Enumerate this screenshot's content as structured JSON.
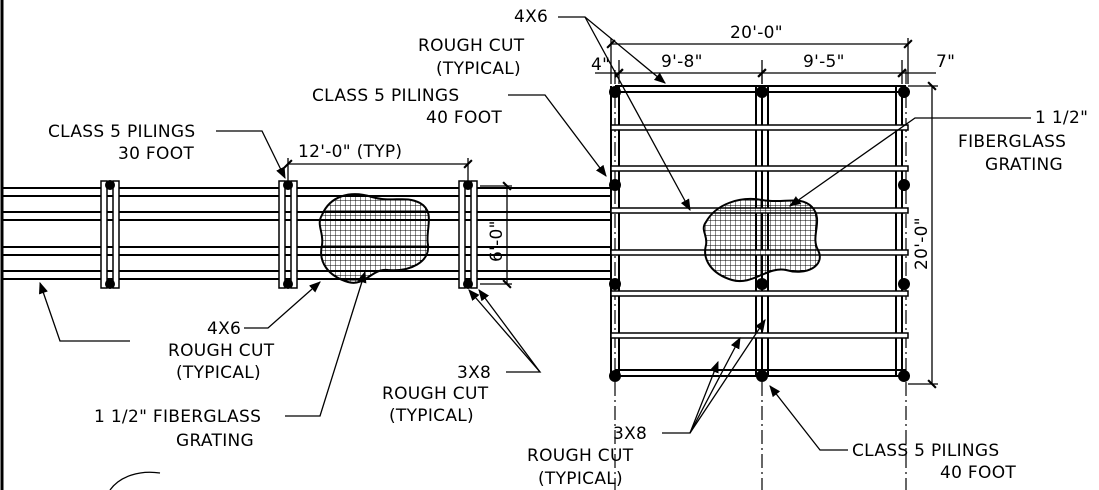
{
  "labels": {
    "class5_30": [
      "CLASS 5 PILINGS",
      "30 FOOT"
    ],
    "span_12": "12'-0\" (TYP)",
    "width_6": "6'-0\"",
    "rough_4x6_left": [
      "4X6",
      "ROUGH CUT",
      "(TYPICAL)"
    ],
    "grating_left": [
      "1 1/2\" FIBERGLASS",
      "GRATING"
    ],
    "rough_3x8_mid": [
      "3X8",
      "ROUGH CUT",
      "(TYPICAL)"
    ],
    "rough_4x6_top": [
      "4X6",
      "ROUGH CUT",
      "(TYPICAL)"
    ],
    "class5_40_top": [
      "CLASS 5 PILINGS",
      "40 FOOT"
    ],
    "dim_20_top": "20'-0\"",
    "dim_9_8": "9'-8\"",
    "dim_9_5": "9'-5\"",
    "dim_4": "4\"",
    "dim_7": "7\"",
    "grating_right": [
      "1 1/2\"",
      "FIBERGLASS",
      "GRATING"
    ],
    "dim_20_side": "20'-0\"",
    "rough_3x8_bottom": [
      "3X8",
      "ROUGH CUT",
      "(TYPICAL)"
    ],
    "class5_40_bottom": [
      "CLASS 5 PILINGS",
      "40 FOOT"
    ]
  }
}
